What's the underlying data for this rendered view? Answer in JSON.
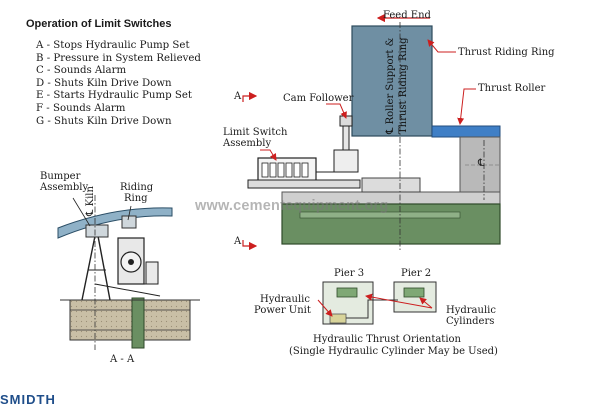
{
  "legend": {
    "title": "Operation of Limit Switches",
    "items": [
      "A - Stops Hydraulic Pump Set",
      "B - Pressure in System Relieved",
      "C - Sounds Alarm",
      "D - Shuts Kiln Drive Down",
      "E - Starts Hydraulic Pump Set",
      "F - Sounds Alarm",
      "G - Shuts Kiln Drive Down"
    ]
  },
  "labels": {
    "feed_end": "Feed End",
    "thrust_riding_ring": "Thrust Riding Ring",
    "thrust_roller": "Thrust Roller",
    "cam_follower": "Cam Follower",
    "limit_switch_assembly_1": "Limit Switch",
    "limit_switch_assembly_2": "Assembly",
    "roller_support_1": "℄ Roller Support &",
    "roller_support_2": "Thrust Riding Ring",
    "centerline": "℄",
    "section_a_top": "A",
    "section_a_bottom": "A",
    "bumper_1": "Bumper",
    "bumper_2": "Assembly",
    "kiln_cl": "℄ Kiln",
    "riding_ring_1": "Riding",
    "riding_ring_2": "Ring",
    "section_aa": "A - A",
    "pier3": "Pier 3",
    "pier2": "Pier 2",
    "hydraulic_power_unit_1": "Hydraulic",
    "hydraulic_power_unit_2": "Power Unit",
    "hydraulic_cylinders_1": "Hydraulic",
    "hydraulic_cylinders_2": "Cylinders",
    "orientation_caption_1": "Hydraulic Thrust Orientation",
    "orientation_caption_2": "(Single Hydraulic Cylinder May be Used)"
  },
  "watermark": "www.cementequipment.org",
  "brand": "SMIDTH",
  "colors": {
    "steel_blue": "#6f8fa3",
    "ring_blue": "#3f7fc6",
    "concrete_gray": "#b9b9b9",
    "green_base": "#6a8f62",
    "beam_tan": "#c9bfa6",
    "line": "#222222"
  }
}
